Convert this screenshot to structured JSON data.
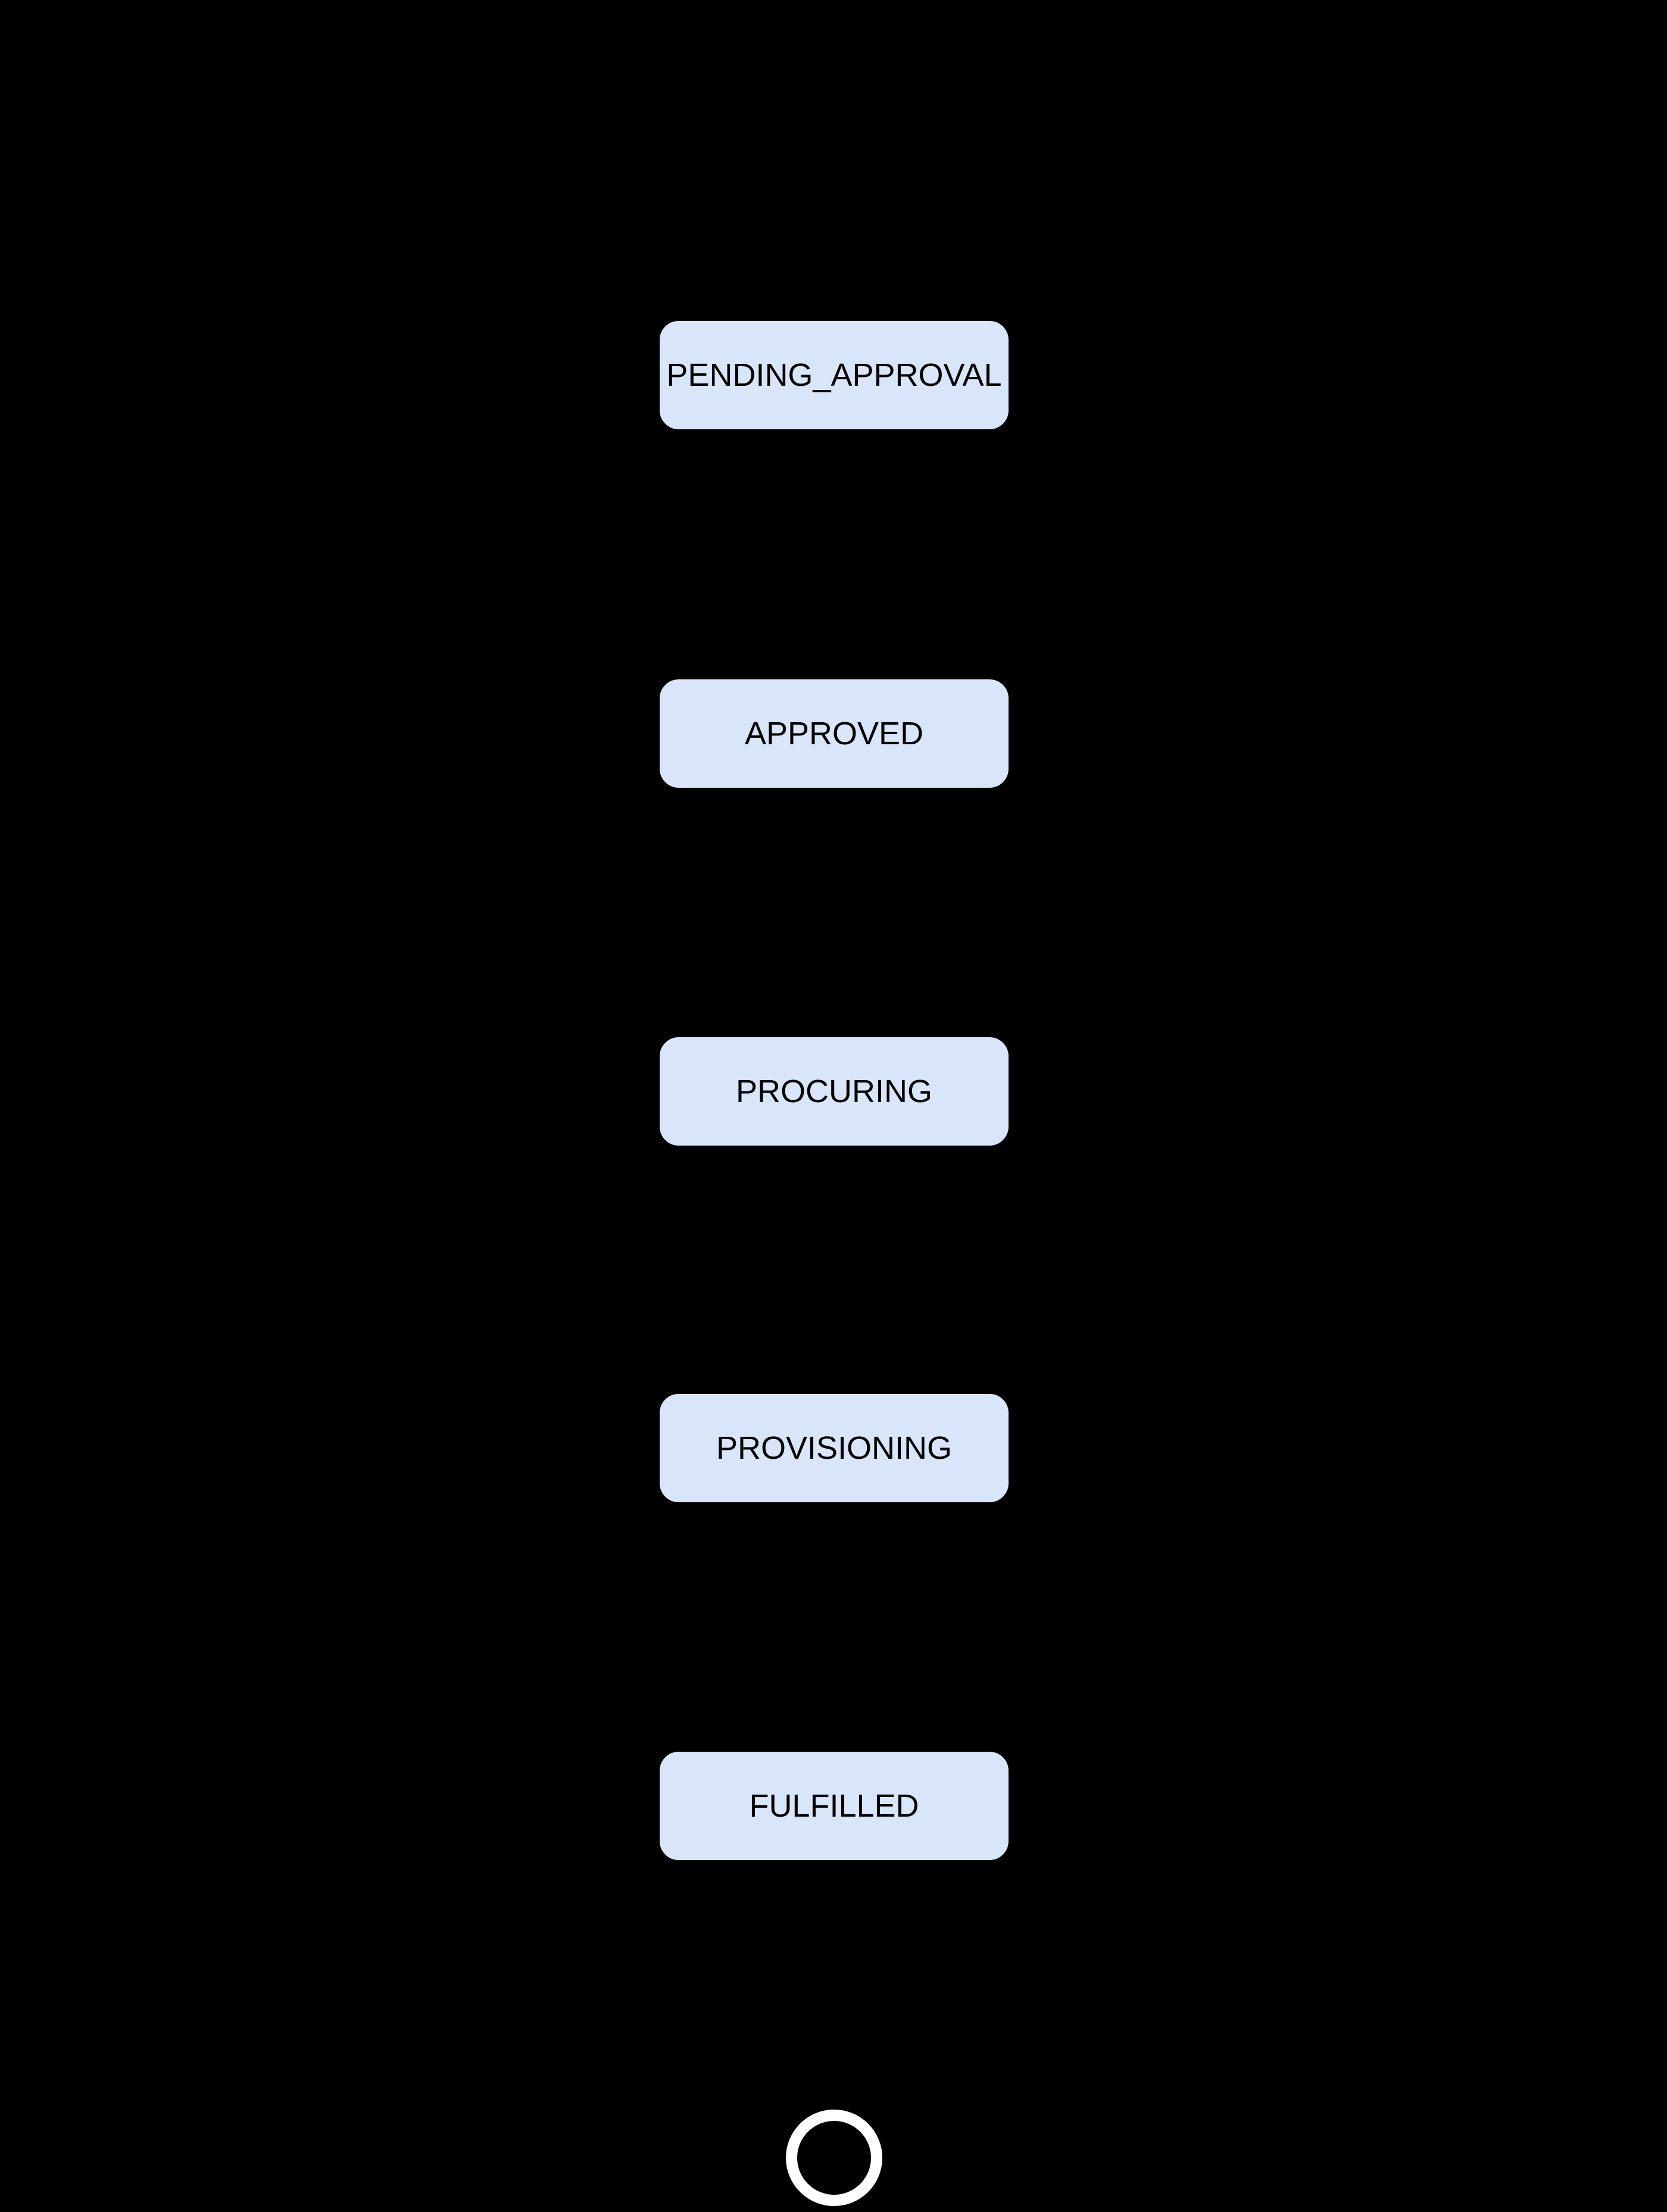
{
  "page": {
    "background": "#000000"
  },
  "diagram": {
    "type": "state-machine-flow",
    "orientation": "vertical",
    "states": [
      {
        "id": "pending_approval",
        "label": "PENDING_APPROVAL"
      },
      {
        "id": "approved",
        "label": "APPROVED"
      },
      {
        "id": "procuring",
        "label": "PROCURING"
      },
      {
        "id": "provisioning",
        "label": "PROVISIONING"
      },
      {
        "id": "fulfilled",
        "label": "FULFILLED"
      }
    ],
    "terminal": {
      "name": "final-state",
      "shape": "ring"
    },
    "colors": {
      "background": "#000000",
      "state_fill": "#d9e5f8",
      "state_text": "#000000",
      "state_border": "#000000",
      "final_ring_stroke": "#ffffff"
    }
  }
}
